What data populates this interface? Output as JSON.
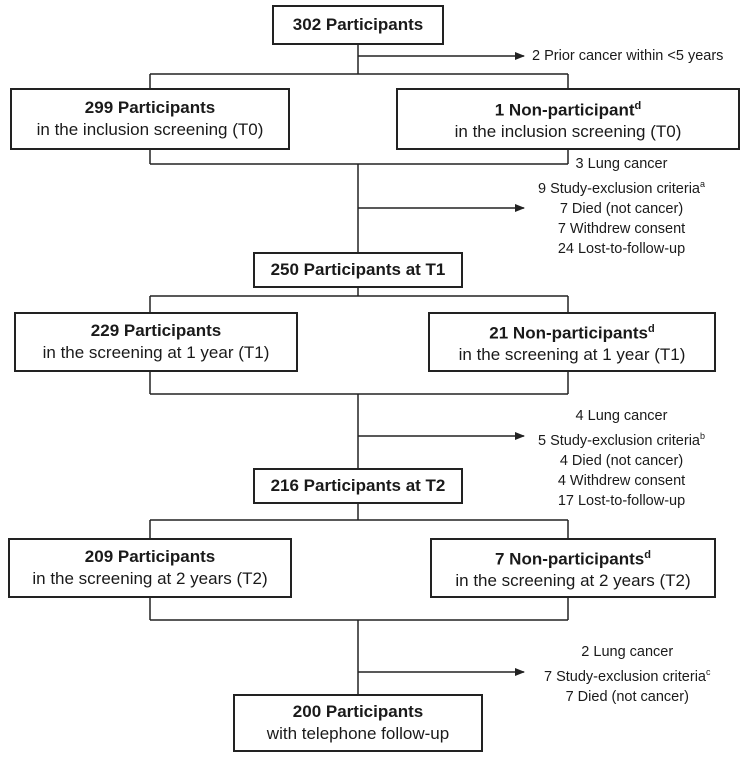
{
  "box_top": {
    "title": "302 Participants"
  },
  "excl_1": {
    "items": [
      "2 Prior cancer within <5 years"
    ]
  },
  "row_t0": {
    "left": {
      "title": "299 Participants",
      "sub": "in the inclusion screening (T0)"
    },
    "right": {
      "title": "1 Non-participant",
      "title_sup": "d",
      "sub": "in the inclusion screening (T0)"
    }
  },
  "excl_2": {
    "items": [
      "3 Lung cancer",
      "9 Study-exclusion criteria",
      "7 Died (not cancer)",
      "7 Withdrew consent",
      "24 Lost-to-follow-up"
    ],
    "sup": "a"
  },
  "box_t1": {
    "title": "250 Participants at T1"
  },
  "row_t1": {
    "left": {
      "title": "229 Participants",
      "sub": "in the screening at 1 year (T1)"
    },
    "right": {
      "title": "21 Non-participants",
      "title_sup": "d",
      "sub": "in the screening at 1 year (T1)"
    }
  },
  "excl_3": {
    "items": [
      "4 Lung cancer",
      "5 Study-exclusion criteria",
      "4 Died (not cancer)",
      "4 Withdrew consent",
      "17 Lost-to-follow-up"
    ],
    "sup": "b"
  },
  "box_t2": {
    "title": "216 Participants at T2"
  },
  "row_t2": {
    "left": {
      "title": "209 Participants",
      "sub": "in the screening at 2 years (T2)"
    },
    "right": {
      "title": "7 Non-participants",
      "title_sup": "d",
      "sub": "in the screening at 2 years (T2)"
    }
  },
  "excl_4": {
    "items": [
      "2 Lung cancer",
      "7 Study-exclusion criteria",
      "7 Died (not cancer)"
    ],
    "sup": "c"
  },
  "box_final": {
    "title": "200 Participants",
    "sub": "with telephone follow-up"
  }
}
